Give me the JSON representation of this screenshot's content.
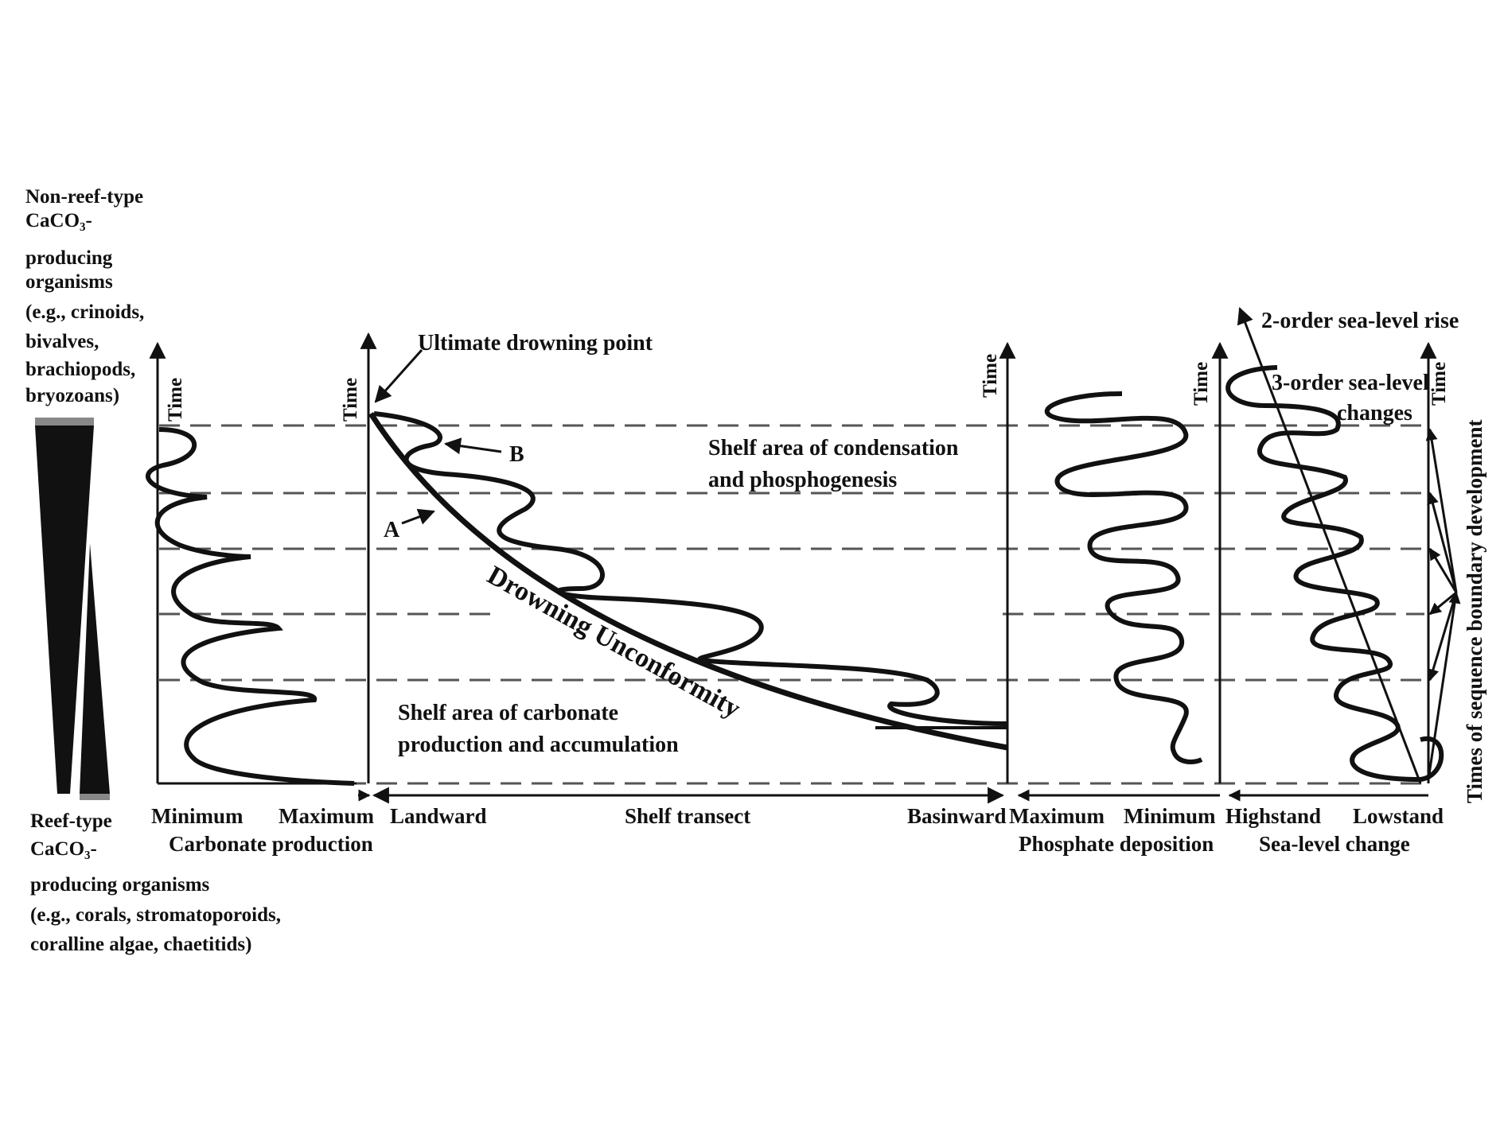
{
  "colors": {
    "ink": "#111111",
    "dashed": "#555555",
    "background": "#ffffff"
  },
  "organisms": {
    "non_reef_lines": [
      "Non-reef-type",
      "CaCO₃-",
      "producing",
      "organisms",
      "(e.g., crinoids,",
      "bivalves,",
      "brachiopods,",
      "bryozoans)"
    ],
    "reef_lines": [
      "Reef-type",
      "CaCO₃-",
      "producing organisms",
      "(e.g., corals, stromatoporoids,",
      "coralline algae, chaetitids)"
    ]
  },
  "axes": {
    "time_label": "Time",
    "carbonate": {
      "min_label": "Minimum",
      "max_label": "Maximum",
      "title": "Carbonate production"
    },
    "shelf": {
      "landward_label": "Landward",
      "title": "Shelf transect",
      "basinward_label": "Basinward"
    },
    "phosphate": {
      "max_label": "Maximum",
      "min_label": "Minimum",
      "title": "Phosphate deposition"
    },
    "sealevel": {
      "highstand_label": "Highstand",
      "lowstand_label": "Lowstand",
      "title": "Sea-level change"
    },
    "sequence_label": "Times of sequence boundary development"
  },
  "annotations": {
    "ultimate_drowning_point": "Ultimate drowning point",
    "point_a": "A",
    "point_b": "B",
    "condensation_lines": [
      "Shelf area of condensation",
      "and phosphogenesis"
    ],
    "carbonate_lines": [
      "Shelf area of carbonate",
      "production and accumulation"
    ],
    "drowning_unconformity": "Drowning Unconformity",
    "second_order_rise": "2-order sea-level rise",
    "third_order_lines": [
      "3-order sea-level",
      "changes"
    ]
  }
}
